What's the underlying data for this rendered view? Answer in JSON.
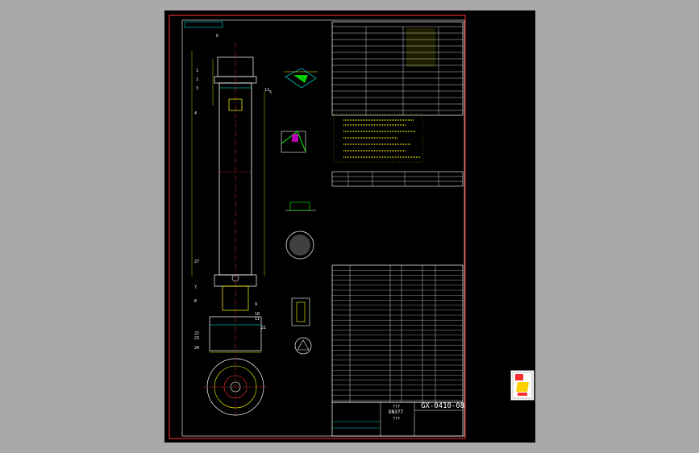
{
  "drawing": {
    "code": "GX-0410-08",
    "title_top": "???",
    "title_mid": "DN377",
    "title_bot": "???"
  },
  "side_icon": "acad-dwg-icon",
  "callouts": [
    "6",
    "1",
    "2",
    "3",
    "4",
    "5",
    "12",
    "27",
    "7",
    "8",
    "9",
    "10",
    "11",
    "21",
    "22",
    "23",
    "24"
  ]
}
